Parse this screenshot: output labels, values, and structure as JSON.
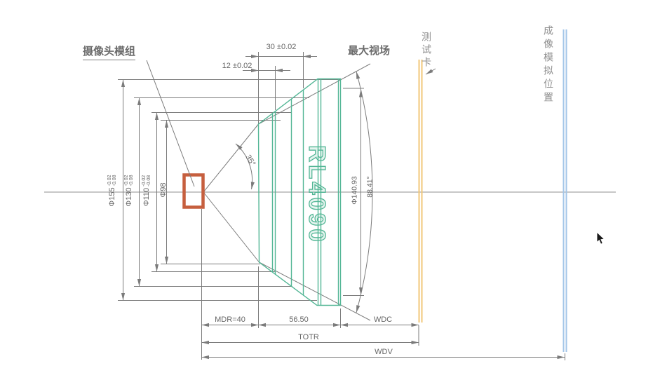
{
  "drawing": {
    "labels": {
      "camera_module": "摄像头模组",
      "max_fov": "最大视场",
      "test_card": "测试卡",
      "imaging_sim_position": "成像模拟位置"
    },
    "lens_model": "RL4090",
    "diameter_dims": [
      {
        "label": "Φ155",
        "tol_top": "-0.02",
        "tol_bottom": "-0.08"
      },
      {
        "label": "Φ130",
        "tol_top": "-0.02",
        "tol_bottom": "-0.08"
      },
      {
        "label": "Φ110",
        "tol_top": "-0.02",
        "tol_bottom": "-0.08"
      },
      {
        "label": "Φ98"
      }
    ],
    "front_diameter": "Φ140.93",
    "angle_dims": {
      "half_fov": "35°",
      "full_fov": "88.41°"
    },
    "linear_dims": {
      "rear_len": "12 ±0.02",
      "front_len": "30 ±0.02",
      "mdr": "MDR=40",
      "mid": "56.50",
      "wdc": "WDC",
      "totr": "TOTR",
      "wdv": "WDV"
    },
    "colors": {
      "lens": "#53B695",
      "highlight": "#C65F3E",
      "test_card": "#F2C778",
      "imaging_line": "#A3C6E8",
      "line": "#7b7b7b",
      "text": "#666666"
    }
  }
}
